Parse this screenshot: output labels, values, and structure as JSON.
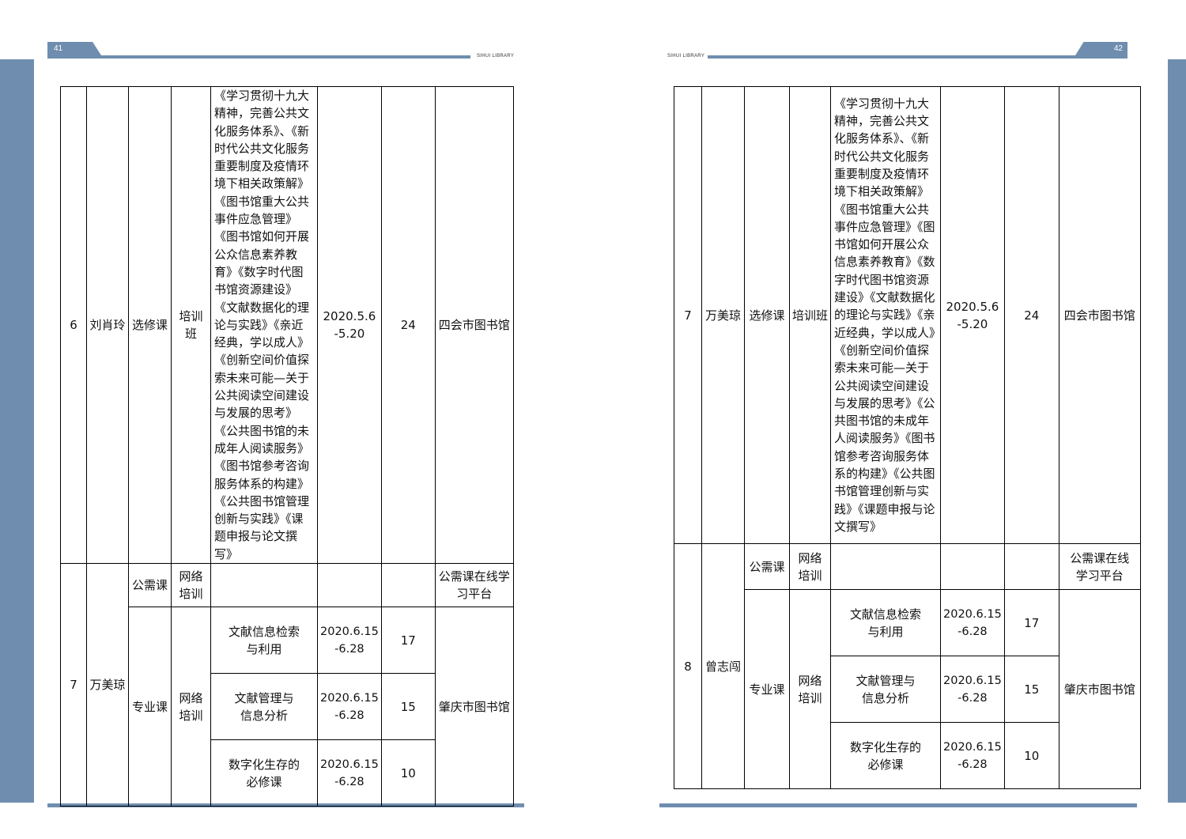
{
  "left_page": {
    "page_number": "41",
    "running_head": "SIHUI LIBRARY",
    "rows": [
      {
        "no": "6",
        "name": "刘肖玲",
        "course_type": "选修课",
        "form": "培训班",
        "content": "《学习贯彻十九大精神，完善公共文化服务体系》、《新时代公共文化服务重要制度及疫情环境下相关政策解》《图书馆重大公共事件应急管理》《图书馆如何开展公众信息素养教育》《数字时代图书馆资源建设》《文献数据化的理论与实践》《亲近经典，学以成人》《创新空间价值探索未来可能—关于公共阅读空间建设与发展的思考》《公共图书馆的未成年人阅读服务》《图书馆参考咨询服务体系的构建》《公共图书馆管理创新与实践》《课题申报与论文撰写》",
        "date": "2020.5.6\n-5.20",
        "hours": "24",
        "org": "四会市图书馆"
      },
      {
        "no": "7",
        "name": "万美琼",
        "public_course": "公需课",
        "public_form": "网络\n培训",
        "public_org": "公需课在线学\n习平台",
        "specialty_course": "专业课",
        "specialty_form": "网络\n培训",
        "specialty_org": "肇庆市图书馆",
        "subjects": [
          {
            "content": "文献信息检索\n与利用",
            "date": "2020.6.15\n-6.28",
            "hours": "17"
          },
          {
            "content": "文献管理与\n信息分析",
            "date": "2020.6.15\n-6.28",
            "hours": "15"
          },
          {
            "content": "数字化生存的\n必修课",
            "date": "2020.6.15\n-6.28",
            "hours": "10"
          }
        ]
      }
    ]
  },
  "right_page": {
    "page_number": "42",
    "running_head": "SIHUI LIBRARY",
    "rows": [
      {
        "no": "7",
        "name": "万美琼",
        "course_type": "选修课",
        "form": "培训班",
        "content": "《学习贯彻十九大精神，完善公共文化服务体系》、《新时代公共文化服务重要制度及疫情环境下相关政策解》《图书馆重大公共事件应急管理》《图书馆如何开展公众信息素养教育》《数字时代图书馆资源建设》《文献数据化的理论与实践》《亲近经典，学以成人》《创新空间价值探索未来可能—关于公共阅读空间建设与发展的思考》《公共图书馆的未成年人阅读服务》《图书馆参考咨询服务体系的构建》《公共图书馆管理创新与实践》《课题申报与论文撰写》",
        "date": "2020.5.6\n-5.20",
        "hours": "24",
        "org": "四会市图书馆"
      },
      {
        "no": "8",
        "name": "曾志闯",
        "public_course": "公需课",
        "public_form": "网络\n培训",
        "public_org": "公需课在线\n学习平台",
        "specialty_course": "专业课",
        "specialty_form": "网络\n培训",
        "specialty_org": "肇庆市图书馆",
        "subjects": [
          {
            "content": "文献信息检索\n与利用",
            "date": "2020.6.15\n-6.28",
            "hours": "17"
          },
          {
            "content": "文献管理与\n信息分析",
            "date": "2020.6.15\n-6.28",
            "hours": "15"
          },
          {
            "content": "数字化生存的\n必修课",
            "date": "2020.6.15\n-6.28",
            "hours": "10"
          }
        ]
      }
    ]
  },
  "colors": {
    "accent": "#6f8eaf",
    "rule": "#000000"
  }
}
